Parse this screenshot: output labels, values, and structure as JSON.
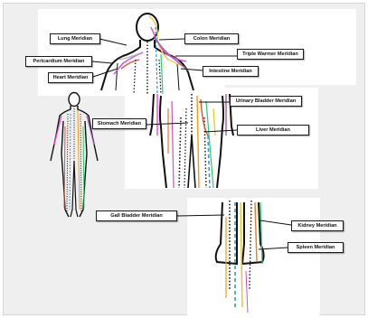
{
  "labels": {
    "lung": "Lung Meridian",
    "colon": "Colon Meridian",
    "triple_warmer": "Triple Warmer Meridian",
    "pericardium": "Pericardium Meridian",
    "intestine": "Intestine Meridian",
    "heart": "Heart Meridian",
    "urinary_bladder": "Urinary Bladder Meridian",
    "stomach": "Stomach Meridian",
    "liver": "Liver Meridian",
    "gall_bladder": "Gall Bladder Meridian",
    "kidney": "Kidney Meridian",
    "spleen": "Spleen Meridian"
  },
  "colors": {
    "background": "#efefef",
    "panel": "#ffffff",
    "lung": "#b8b8b8",
    "colon": "#f2c94c",
    "triple_warmer": "#e84bd0",
    "pericardium": "#d14fd1",
    "intestine": "#9b59b6",
    "heart": "#e74c3c",
    "urinary_bladder": "#f39c12",
    "stomach": "#222222",
    "liver": "#2ecc71",
    "gall_bladder": "#3498db",
    "kidney": "#f1c40f",
    "spleen": "#e67e22"
  }
}
